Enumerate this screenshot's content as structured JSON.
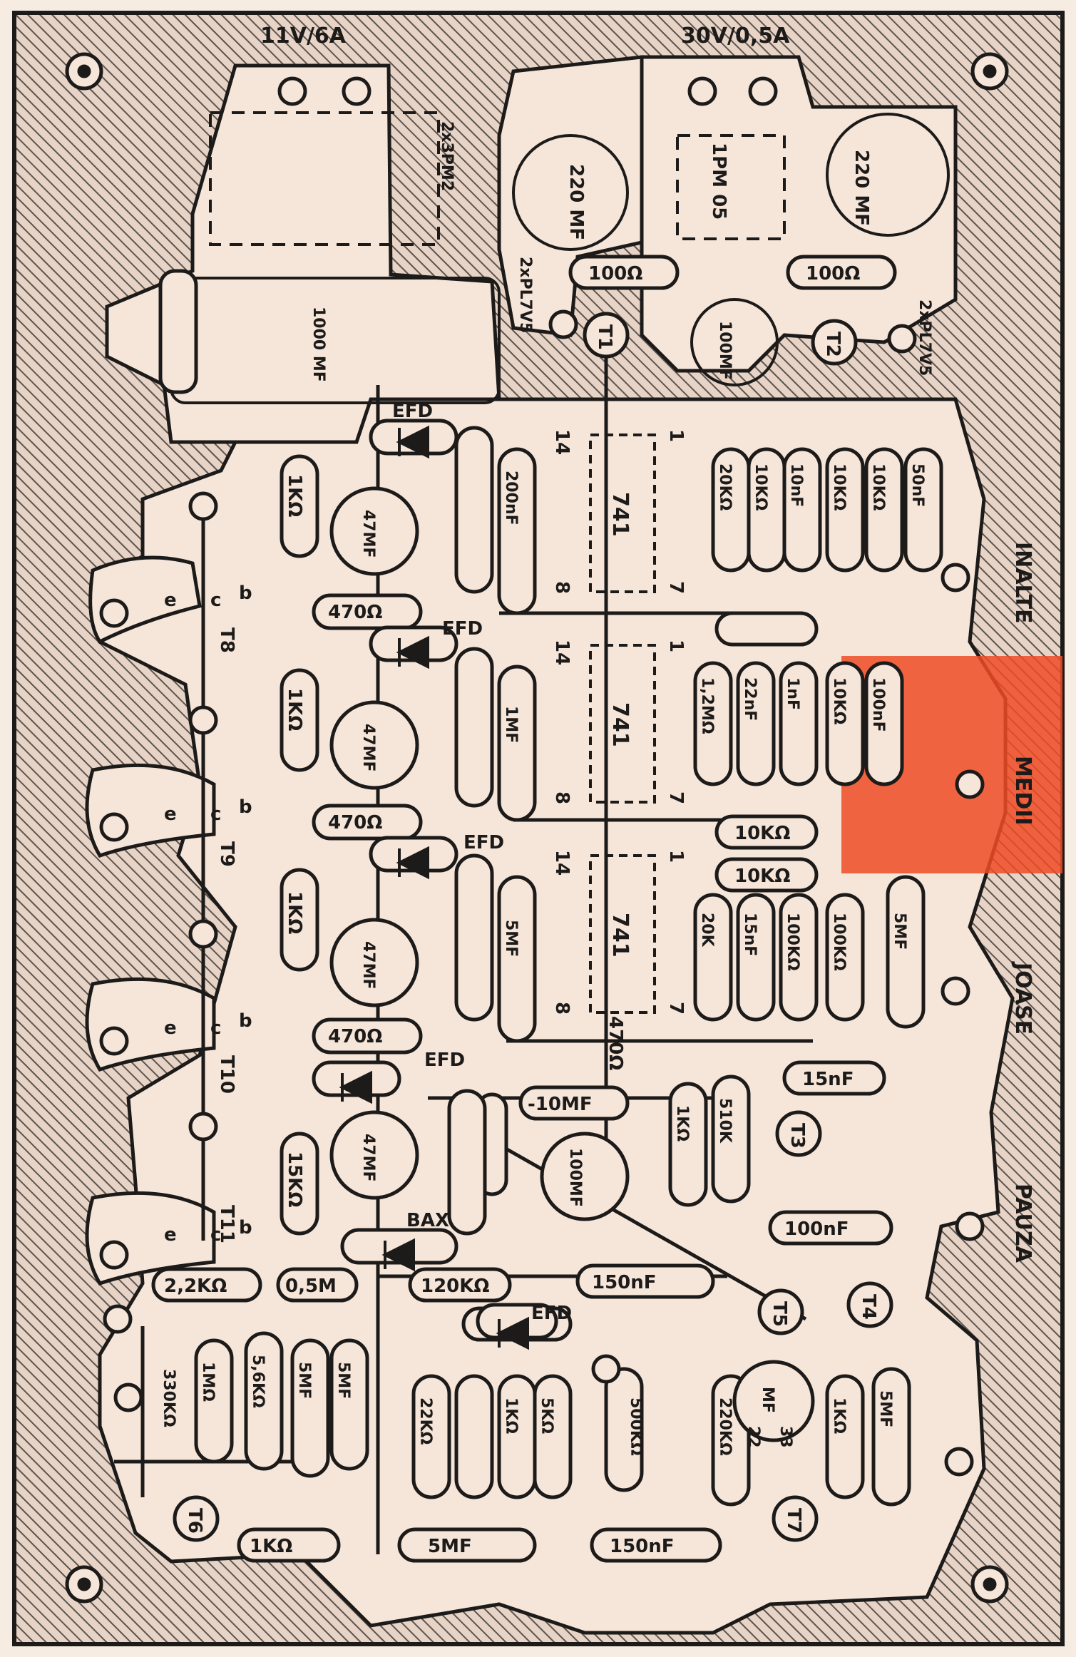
{
  "board": {
    "supply_labels": [
      "11V/6A",
      "30V/0,5A"
    ],
    "output_labels": [
      "INALTE",
      "MEDII",
      "JOASE",
      "PAUZA"
    ],
    "highlight_color": "#ef4b26",
    "ink_color": "#1d1b1a",
    "pad_color": "#f6e6da",
    "hatch_color": "#5b544f"
  },
  "ics": [
    {
      "label": "741",
      "pins": [
        "14",
        "1",
        "8",
        "7"
      ]
    },
    {
      "label": "741",
      "pins": [
        "14",
        "1",
        "8",
        "7"
      ]
    },
    {
      "label": "741",
      "pins": [
        "14",
        "1",
        "8",
        "7"
      ]
    }
  ],
  "transistors": [
    "T1",
    "T2",
    "T3",
    "T4",
    "T5",
    "T6",
    "T7",
    "T8",
    "T9",
    "T10",
    "T11"
  ],
  "pin_letters": [
    "e",
    "b",
    "c"
  ],
  "components": {
    "power": [
      "2x3PM2",
      "1PM 05",
      "220 MF",
      "220 MF",
      "1000 MF",
      "100Ω",
      "100Ω",
      "100MF",
      "2xPL7V5",
      "2xPL7V5"
    ],
    "diodes": [
      "EFD",
      "EFD",
      "EFD",
      "EFD",
      "BAX",
      "EFD"
    ],
    "resistors": [
      "1KΩ",
      "1KΩ",
      "1KΩ",
      "15KΩ",
      "470Ω",
      "470Ω",
      "470Ω",
      "470Ω",
      "20KΩ",
      "10KΩ",
      "10KΩ",
      "10KΩ",
      "1,2MΩ",
      "10KΩ",
      "10KΩ",
      "10KΩ",
      "20K",
      "100KΩ",
      "100KΩ",
      "1KΩ",
      "510K",
      "2,2KΩ",
      "0,5M",
      "120KΩ",
      "1MΩ",
      "5,6KΩ",
      "330KΩ",
      "22KΩ",
      "1KΩ",
      "5KΩ",
      "500KΩ",
      "220KΩ",
      "1KΩ",
      "1KΩ"
    ],
    "capacitors": [
      "47MF",
      "47MF",
      "47MF",
      "47MF",
      "200nF",
      "1MF",
      "5MF",
      "10nF",
      "50nF",
      "22nF",
      "1nF",
      "100nF",
      "15nF",
      "5MF",
      "15nF",
      "-10MF",
      "100MF",
      "100nF",
      "150nF",
      "5MF",
      "5MF",
      "5MF",
      "5MF",
      "150nF",
      "MF",
      "22",
      "33"
    ]
  }
}
